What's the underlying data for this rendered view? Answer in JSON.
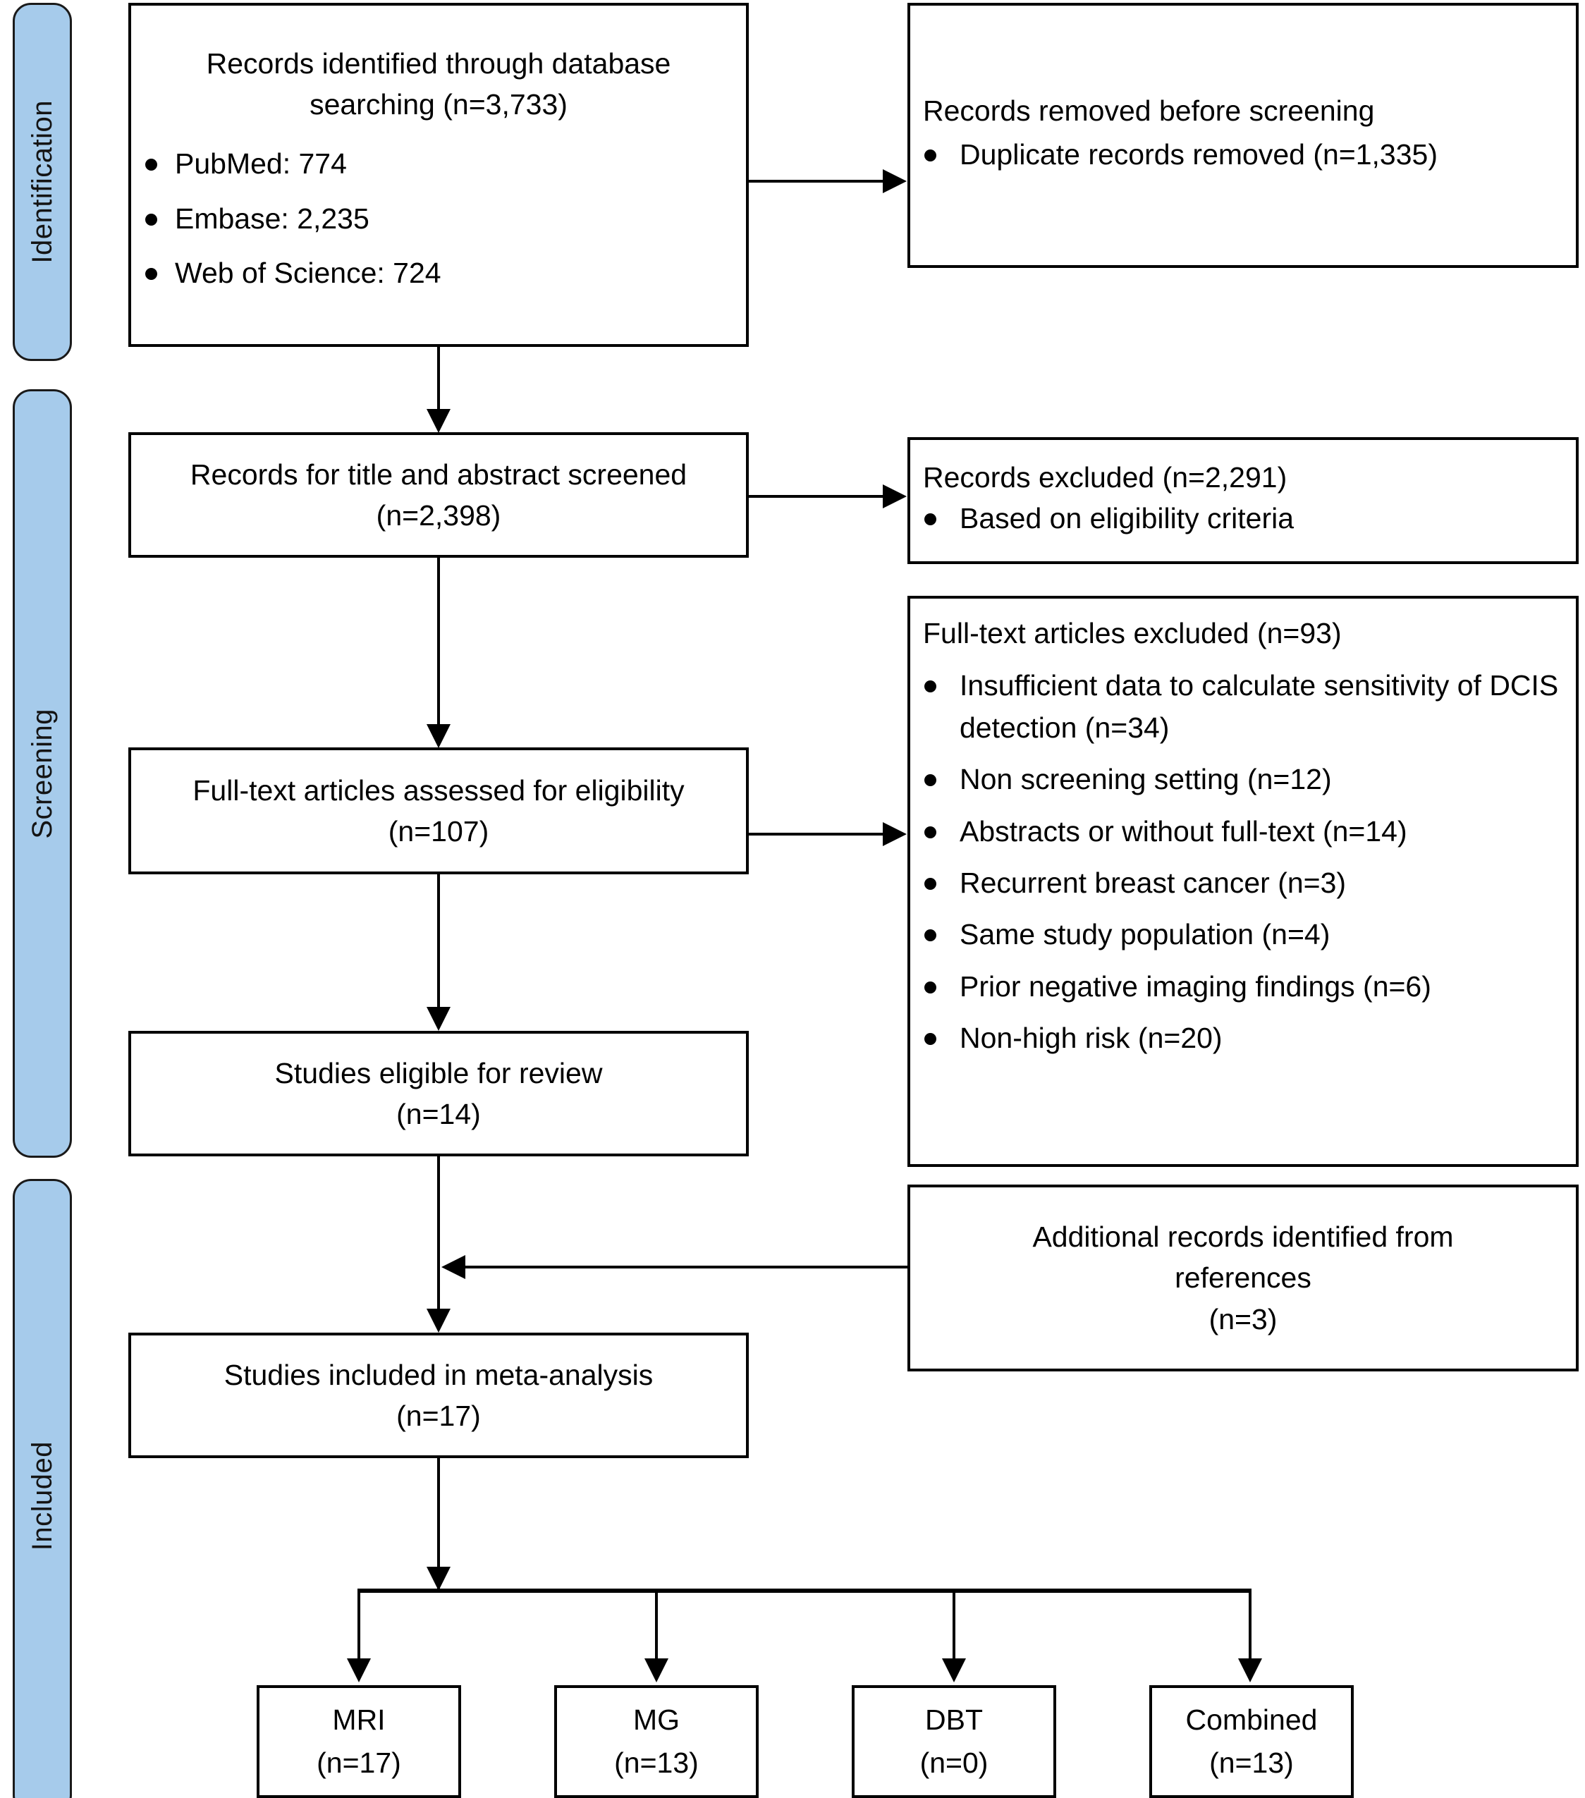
{
  "diagram": {
    "type": "prisma-flow-diagram",
    "accent_color": "#a6cbeb",
    "line_color": "#000000",
    "phases": [
      {
        "id": "identification",
        "label": "Identification"
      },
      {
        "id": "screening",
        "label": "Screening"
      },
      {
        "id": "included",
        "label": "Included"
      }
    ],
    "boxes": {
      "identified": {
        "title": "Records identified through database searching (n=3,733)",
        "bullets": [
          "PubMed: 774",
          "Embase: 2,235",
          "Web of Science: 724"
        ]
      },
      "removed_before_screening": {
        "title": "Records removed before screening",
        "bullets": [
          "Duplicate records removed (n=1,335)"
        ]
      },
      "title_abstract_screened": {
        "line1": "Records for title and abstract screened",
        "line2": "(n=2,398)"
      },
      "records_excluded": {
        "title": "Records excluded (n=2,291)",
        "bullets": [
          "Based on eligibility criteria"
        ]
      },
      "fulltext_assessed": {
        "line1": "Full-text articles assessed for eligibility",
        "line2": "(n=107)"
      },
      "fulltext_excluded": {
        "title": "Full-text articles excluded (n=93)",
        "bullets": [
          "Insufficient data to calculate sensitivity of DCIS detection (n=34)",
          "Non screening setting (n=12)",
          "Abstracts or without full-text (n=14)",
          "Recurrent breast cancer (n=3)",
          "Same study population (n=4)",
          "Prior negative imaging findings (n=6)",
          "Non-high risk (n=20)"
        ]
      },
      "studies_eligible": {
        "line1": "Studies eligible for review",
        "line2": "(n=14)"
      },
      "additional_records": {
        "line1": "Additional records identified from",
        "line2": "references",
        "line3": "(n=3)"
      },
      "studies_included": {
        "line1": "Studies included in meta-analysis",
        "line2": "(n=17)"
      }
    },
    "modalities": [
      {
        "name": "MRI",
        "count": "(n=17)"
      },
      {
        "name": "MG",
        "count": "(n=13)"
      },
      {
        "name": "DBT",
        "count": "(n=0)"
      },
      {
        "name": "Combined",
        "count": "(n=13)"
      }
    ]
  }
}
